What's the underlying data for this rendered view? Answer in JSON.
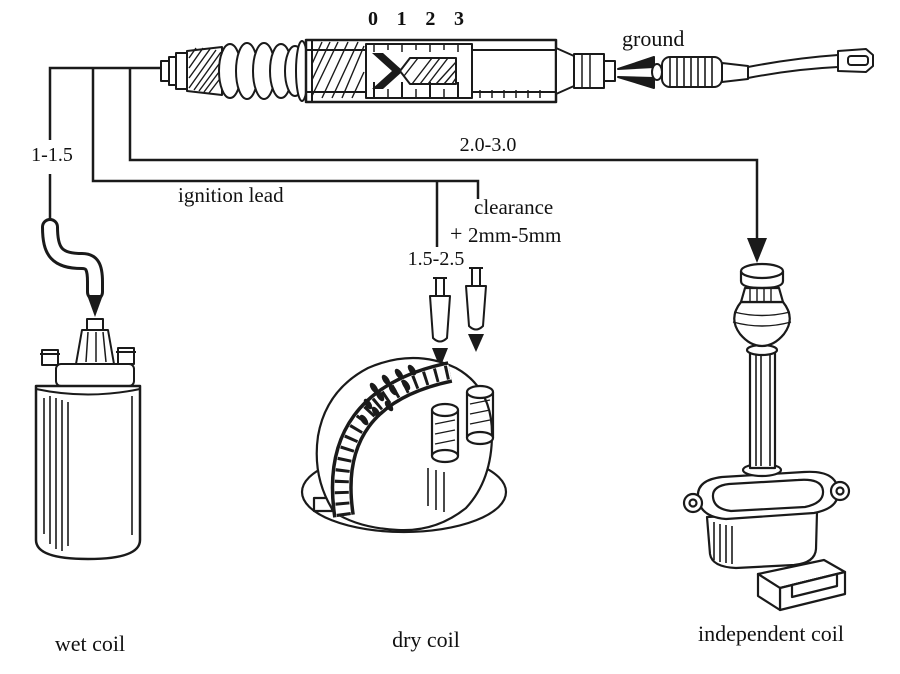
{
  "colors": {
    "ink": "#1a1a1a",
    "paper": "#ffffff"
  },
  "tester": {
    "scale_numbers": [
      "0",
      "1",
      "2",
      "3"
    ],
    "ground_label": "ground"
  },
  "callouts": {
    "wet_coil_gap": "1-1.5",
    "ignition_lead": "ignition lead",
    "independent_coil_gap": "2.0-3.0",
    "dry_coil_gap": "1.5-2.5",
    "plus_sign": "+",
    "clearance_label": "clearance",
    "clearance_value": "2mm-5mm"
  },
  "captions": {
    "wet_coil": "wet coil",
    "dry_coil": "dry coil",
    "independent_coil": "independent coil"
  }
}
